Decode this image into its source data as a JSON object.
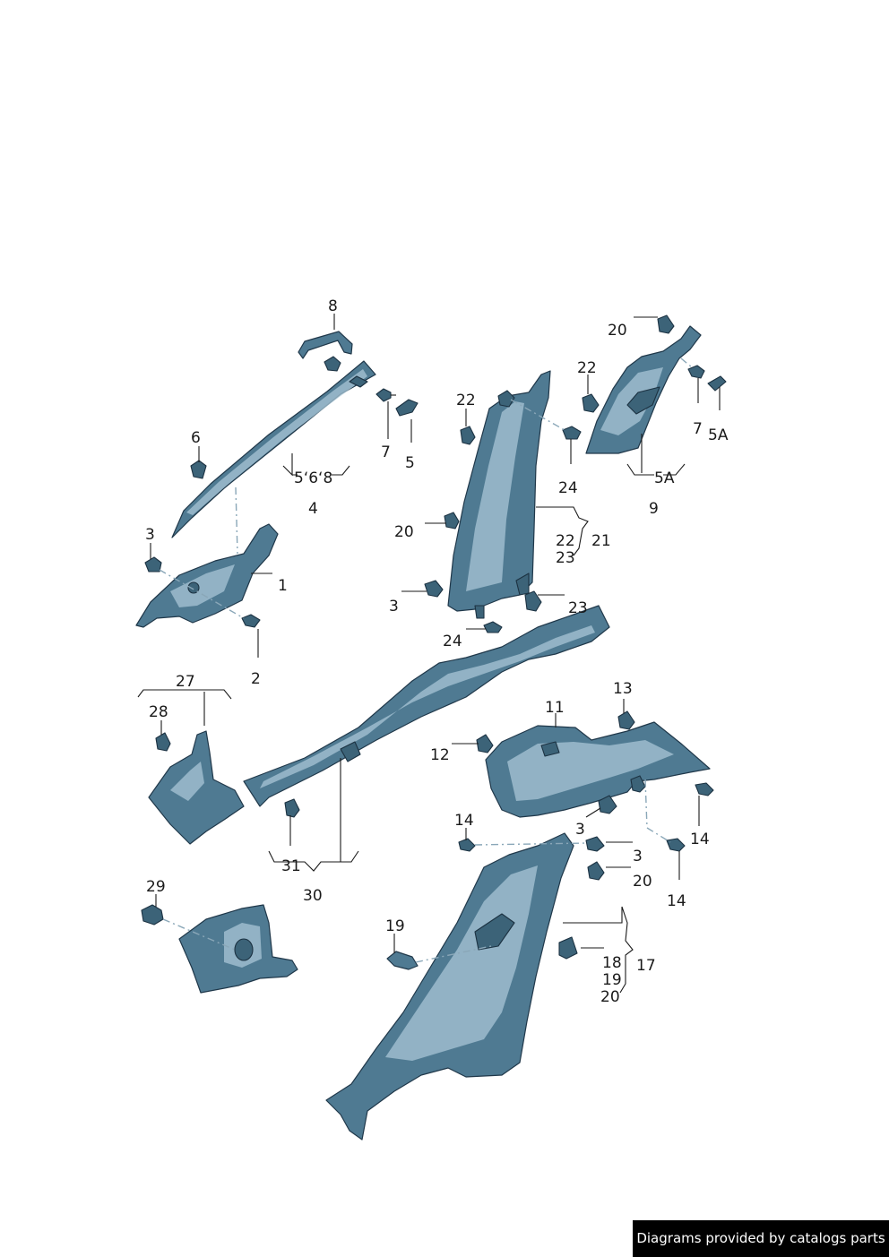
{
  "labels": {
    "l8": "8",
    "l20a": "20",
    "l22a": "22",
    "l22b": "22",
    "l6": "6",
    "l7a": "7",
    "l5": "5",
    "l7b": "7",
    "l5A": "5A",
    "l568": "5‘6‘8",
    "l5A2": "5A",
    "l4": "4",
    "l9": "9",
    "l24a": "24",
    "l3a": "3",
    "l1": "1",
    "l20b": "20",
    "l22c": "22",
    "l21": "21",
    "l23a": "23",
    "l3b": "3",
    "l23b": "23",
    "l24b": "24",
    "l2": "2",
    "l27": "27",
    "l13": "13",
    "l28": "28",
    "l11": "11",
    "l12": "12",
    "l3c": "3",
    "l14a": "14",
    "l14b": "14",
    "l3d": "3",
    "l31": "31",
    "l20c": "20",
    "l14c": "14",
    "l30": "30",
    "l29": "29",
    "l19a": "19",
    "l18": "18",
    "l17": "17",
    "l19b": "19",
    "l20d": "20"
  },
  "footer": {
    "text": "Diagrams provided by catalogs parts"
  }
}
